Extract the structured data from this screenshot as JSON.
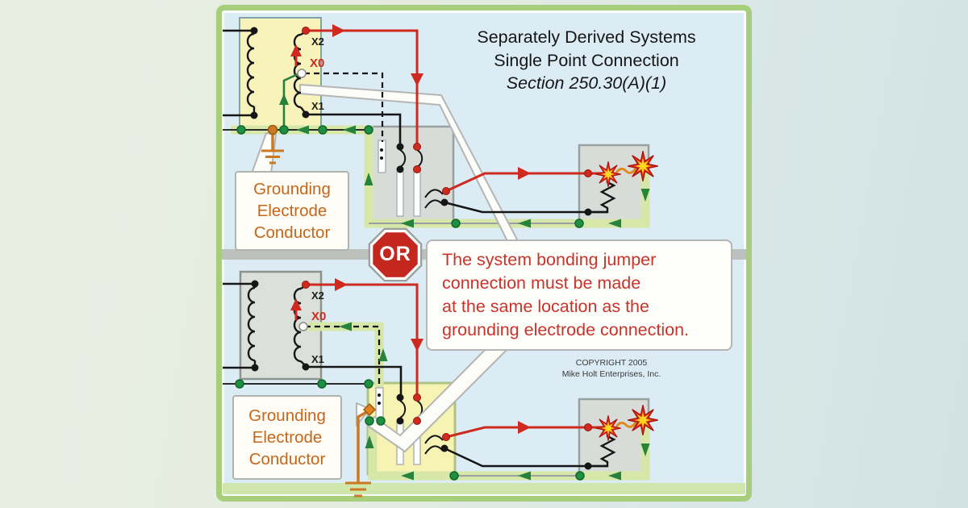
{
  "title": {
    "line1": "Separately Derived Systems",
    "line2": "Single Point Connection",
    "line3": "Section 250.30(A)(1)"
  },
  "or_badge": {
    "label": "OR"
  },
  "callout": {
    "lines": [
      "The system bonding jumper",
      "connection must be made",
      "at the same location as the",
      "grounding electrode connection."
    ]
  },
  "gec": {
    "line1": "Grounding",
    "line2": "Electrode",
    "line3": "Conductor"
  },
  "copyright": {
    "line1": "COPYRIGHT 2005",
    "line2": "Mike Holt Enterprises, Inc."
  },
  "terminals": {
    "x2": "X2",
    "x0": "X0",
    "x1": "X1"
  },
  "colors": {
    "panel_border_green": "#a6ce7b",
    "panel_background_blue": "#dbecf4",
    "hot_conductor_red": "#cf2a1f",
    "neutral_black": "#161616",
    "ground_path_green": "#27833c",
    "ground_band_light_green": "#d6e7a8",
    "grounding_electrode_orange": "#cc7a22",
    "callout_text_red": "#c9332b",
    "or_octagon_red": "#c3271e",
    "divider_gray": "#bdc1bd",
    "transformer_yellow": "#f7f3bb",
    "highlighted_panel_yellow": "#f7f3b2",
    "enclosure_gray": "#d8dcd8",
    "spark_yellow": "#ffd91e",
    "spark_red": "#e03414"
  }
}
